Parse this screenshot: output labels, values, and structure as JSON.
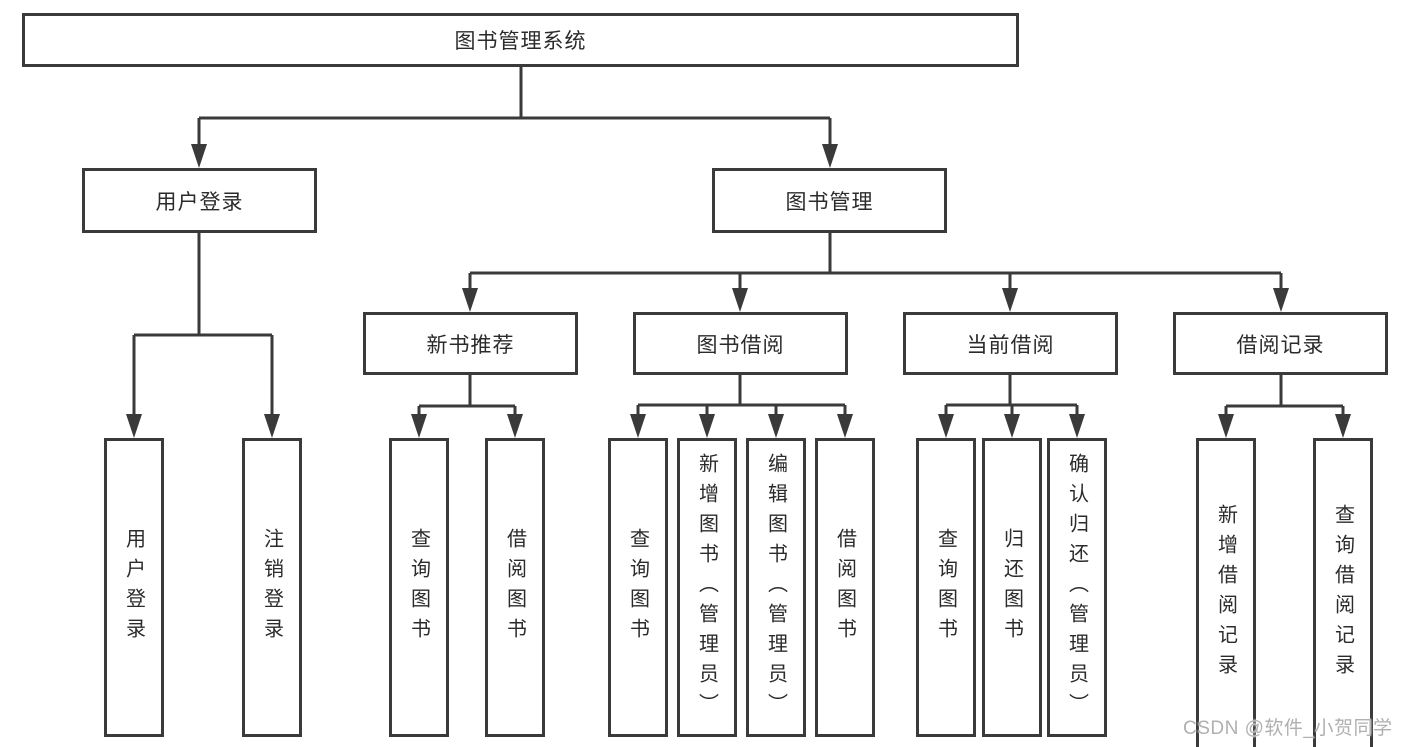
{
  "tree": {
    "label": "图书管理系统",
    "children": [
      {
        "label": "用户登录",
        "children": [
          {
            "label": "用户登录"
          },
          {
            "label": "注销登录"
          }
        ]
      },
      {
        "label": "图书管理",
        "children": [
          {
            "label": "新书推荐",
            "children": [
              {
                "label": "查询图书"
              },
              {
                "label": "借阅图书"
              }
            ]
          },
          {
            "label": "图书借阅",
            "children": [
              {
                "label": "查询图书"
              },
              {
                "label": "新增图书（管理员）"
              },
              {
                "label": "编辑图书（管理员）"
              },
              {
                "label": "借阅图书"
              }
            ]
          },
          {
            "label": "当前借阅",
            "children": [
              {
                "label": "查询图书"
              },
              {
                "label": "归还图书"
              },
              {
                "label": "确认归还（管理员）"
              }
            ]
          },
          {
            "label": "借阅记录",
            "children": [
              {
                "label": "新增借阅记录"
              },
              {
                "label": "查询借阅记录"
              }
            ]
          }
        ]
      }
    ]
  },
  "watermark": {
    "text": "CSDN @软件_小贺同学"
  },
  "colors": {
    "background": "#ffffff",
    "line": "#3a3a3a",
    "text": "#2b2b2b",
    "watermark": "#b0b0b0"
  }
}
